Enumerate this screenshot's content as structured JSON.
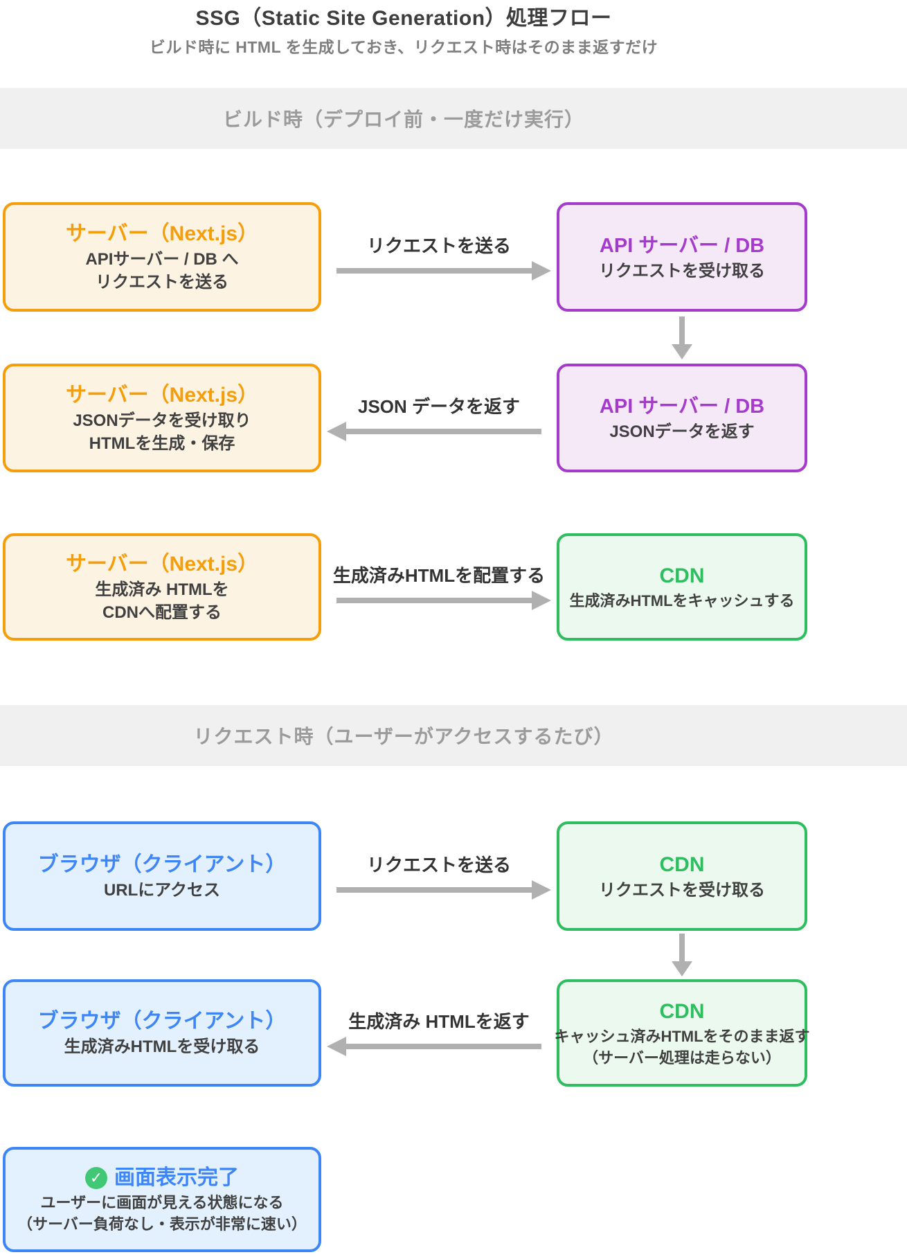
{
  "header": {
    "title": "SSG（Static Site Generation）処理フロー",
    "subtitle": "ビルド時に HTML を生成しておき、リクエスト時はそのまま返すだけ"
  },
  "bands": {
    "build": "ビルド時（デプロイ前・一度だけ実行）",
    "request": "リクエスト時（ユーザーがアクセスするたび）"
  },
  "palette": {
    "orange": "#f59e0b",
    "orange_bg": "#fdf3e2",
    "purple": "#a43bcb",
    "purple_bg": "#f5e9f8",
    "green": "#2ebe5f",
    "green_bg": "#ebf9ef",
    "blue": "#3e86f5",
    "blue_bg": "#e3f0fd",
    "arrow_gray": "#b0b0b0",
    "body_text": "#404040",
    "band_bg": "#f0f0f0",
    "band_text": "#9b9b9b",
    "title_text": "#3d3d3d",
    "subtitle_text": "#7e7e7e",
    "check_green": "#41c874"
  },
  "rows": {
    "r1": {
      "left_title": "サーバー（Next.js）",
      "left_line1": "APIサーバー / DB へ",
      "left_line2": "リクエストを送る",
      "arrow_label": "リクエストを送る",
      "right_title": "API サーバー / DB",
      "right_line1": "リクエストを受け取る"
    },
    "r2": {
      "left_title": "サーバー（Next.js）",
      "left_line1": "JSONデータを受け取り",
      "left_line2": "HTMLを生成・保存",
      "arrow_label": "JSON データを返す",
      "right_title": "API サーバー / DB",
      "right_line1": "JSONデータを返す"
    },
    "r3": {
      "left_title": "サーバー（Next.js）",
      "left_line1": "生成済み HTMLを",
      "left_line2": "CDNへ配置する",
      "arrow_label": "生成済みHTMLを配置する",
      "right_title": "CDN",
      "right_line1": "生成済みHTMLをキャッシュする"
    },
    "r4": {
      "left_title": "ブラウザ（クライアント）",
      "left_line1": "URLにアクセス",
      "arrow_label": "リクエストを送る",
      "right_title": "CDN",
      "right_line1": "リクエストを受け取る"
    },
    "r5": {
      "left_title": "ブラウザ（クライアント）",
      "left_line1": "生成済みHTMLを受け取る",
      "arrow_label": "生成済み HTMLを返す",
      "right_title": "CDN",
      "right_line1": "キャッシュ済みHTMLをそのまま返す",
      "right_line2": "（サーバー処理は走らない）"
    },
    "done": {
      "title": "画面表示完了",
      "check_icon": "✓",
      "line1": "ユーザーに画面が見える状態になる",
      "line2": "（サーバー負荷なし・表示が非常に速い）"
    }
  }
}
